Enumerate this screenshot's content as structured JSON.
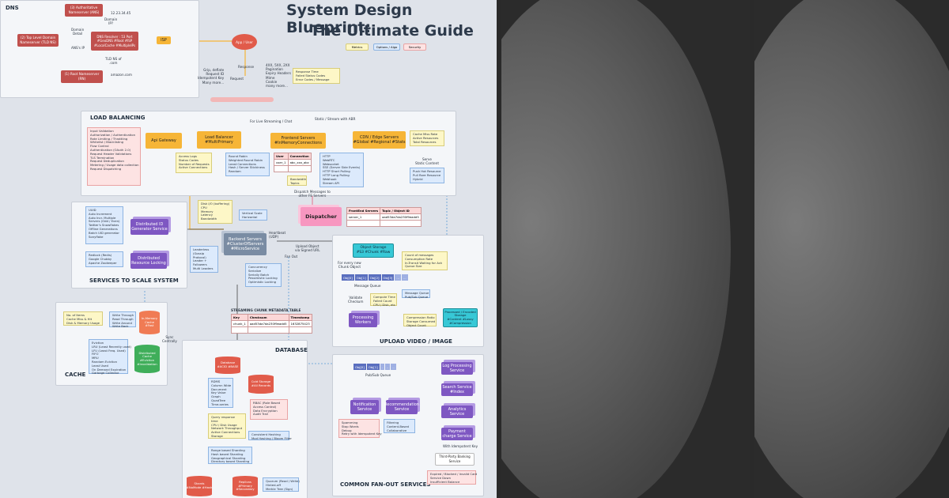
{
  "title": {
    "line1": "System Design Blueprint:",
    "line2": "The Ultimate Guide"
  },
  "legend": {
    "metrics": "Metrics",
    "options": "Options / Algo",
    "security": "Security"
  },
  "dns": {
    "title": "DNS",
    "ans": "(3) Authoritative\nNameserver (ANS)",
    "tld": "(2) Top Level Domain\nNameserver (TLD NS)",
    "root": "(1) Root Nameserver\n(RN)",
    "resolver": "DNS Resolver : 53 Port\n#GeoDNS #Root #ISP\n#LocalCache #MultipleIPs",
    "isp": "ISP",
    "ip": "12.23.34.45",
    "domain_ip": "Domain\nIP?",
    "domain_detail": "Domain\nDetail",
    "ans_ip": "ANS's IP",
    "tld_ns": "TLD NS of\n.com",
    "amazon": "amazon.com"
  },
  "client": {
    "app": "App / User",
    "request": "Request",
    "response": "Response",
    "req_list": "Grip, deflate\nRequest ID\nIdempotent Key\nMany more...",
    "resp_list": "4XX, 5XX, 2XX\nPagination\nExpiry Headers\nMime\nCookie\nmany more...",
    "resp_metrics": "Response Time\nFailed Status Codes\nError Codes / Message"
  },
  "lb": {
    "title": "LOAD BALANCING",
    "live": "For Live Streaming / Chat",
    "static": "Static / Stream with ABR",
    "gateway": "Api Gateway",
    "balancer": "Load Balancer\n#MultiPrimary",
    "frontend": "Frontend Servers\n#InMemoryConnections",
    "cdn": "CDN / Edge Servers\n#Global #Regional #Stats",
    "gw_sec": "Input Validation\nAuthorization / Authentication\nRate Limiting / Throttling\nWhitelist / Blacklisting\nFlow Control\nAuthentication (OAuth 2.0)\nRequest Header Validations\nTLS Termination\nRequest Deduplication\nMetering / Usage data collection\nRequest Dispatching",
    "gw_metrics": "Access Logs\nStatus Codes\nNumber of Requests\nActive Connections",
    "lb_algo": "Round Robin\nWeighted Round Robin\nLeast Connections\nHash / Server Stickiness\nRandom",
    "fe_algo": "HTTP\nWebRTC\nWebsocket\nSSE (Server Side Events)\nHTTP Short Polling\nHTTP Long Polling\nWebhook\nStream API",
    "bandwidth": "Bandwidth\nTopics",
    "cdn_metrics": "Cache Miss Rate\nActive Resources\nTotal Resources",
    "serve_static": "Serve\nStatic Content",
    "cdn_opts": "Push Hot Resource\nPull Rare Resource\nHybrid",
    "user_table": {
      "h1": "User",
      "h2": "Connection",
      "c1": "user_1",
      "c2": "abc_xxx_abc"
    }
  },
  "dispatch": {
    "label": "Dispatch Messages to\nother FE Servers",
    "dispatcher": "Dispatcher",
    "table": {
      "h1": "FrontEnd Servers",
      "h2": "Topic / Object ID",
      "c1": "server_1",
      "c2": "aad53da7da230f9eadd5"
    }
  },
  "scale": {
    "title": "SERVICES TO SCALE SYSTEM",
    "id_gen": "Distributed ID\nGenerator Service",
    "id_opts": "UUID\nAuto Increment\nAuto Incr. Multiple\nServers (Odd / Even)\nTwitter's Snowflakes\nOffline Generations\nBatch UID generator\nSonyflake",
    "lock": "Distributed\nResource Locking",
    "lock_opts": "Redlock (Redis)\nGoogle Chubby\nApache Zookeeper"
  },
  "backend": {
    "box": "Backend Servers\n#ClusterOfServers\n#MicroService",
    "metrics": "Disk I/O (buffering)\nCPU\nMemory\nLatency\nBandwidth",
    "scale": "Vertical Scale\nHorizontal",
    "leader": "Leaderless\n(Gossip\nProtocol)\nLeader +\nFollowers\nMulti Leaders",
    "heartbeat": "Heartbeat\n(UDP)",
    "concurrency": "Concurrency\nSerialize\nSerially Batch\nPessimistic Locking\nOptimistic Locking",
    "upload_url": "Upload Object\nvia Signed URL",
    "fan_out": "Fan Out"
  },
  "upload": {
    "title": "UPLOAD VIDEO / IMAGE",
    "storage": "Object Storage\n#S3 #Chunk #Raw",
    "storage_metrics": "Count of messages\nConsumption Rate\nIn-Transit Waiting for Ack\nQueue Size",
    "every_chunk": "For every new\nChunk Object",
    "queue_label": "Message Queue",
    "queue": [
      "Obj[0]",
      "Obj[1]",
      "Obj[2]",
      "Obj[3]",
      "...",
      "..."
    ],
    "validate": "Validate\nCheckum",
    "proc_metrics": "Compute Time\nFailed Count\nCPU / Disk, etc",
    "queue_opts": "Message Queue\nPub/Sub Queue",
    "processing": "Processing\nWorkers",
    "compression": "Compression Ratio\nStorage Consumed\nObject Count",
    "processed": "Processed / Encoded\nStorage\n#Content #Lossy\n#Compression"
  },
  "cache": {
    "title": "CACHE",
    "inmem": "In-Memory\nCache\n#Fast",
    "metrics": "No. of Items\nCache Miss & Hit\nDisk & Memory Usage",
    "write": "Write Through\nRead Through\nWrite Around\nWrite Back",
    "sync": "Sync\nCentrally",
    "eviction": "Eviction\nLRU (Least Recently used)\nLFU (Least Freq. Used)\nFIFO\nMRU\nRandom Eviction\nLeast Used\nOn Demand Expiration\nGarbage Collector",
    "dist": "Distributed\nCache\n#Eviction\n#Invalidation"
  },
  "db": {
    "title": "DATABASE",
    "meta_title": "STREAMING CHUNK METADATA TABLE",
    "meta": {
      "h1": "Key",
      "h2": "Checksum",
      "h3": "Timestamp",
      "c1": "chunk_1",
      "c2": "aad53da7da230f9eadd5",
      "c3": "1632875423"
    },
    "database": "Database\n#ACID #BASE",
    "cold": "Cold Storage\n#All Records",
    "types": "RDMS\nColumn Wide\nDocument\nKey Value\nGraph\nQuadTree\nTime-series",
    "security": "RBAC (Role Based\nAccess Control)\nData Encryption\nAudit Trail",
    "metrics": "Query response\ntime\nCPU / Disk Usage\nNetwork Throughput\nActive Connections\nStorage",
    "hashing": "Consistent Hashing\nMod Hashing / Bloom Filter",
    "sharding": "Range based Sharding\nHash based Sharding\nGeographical Sharding\nDirectory based Sharding",
    "shards": "Shards\n#NoMode #Hash",
    "replicas": "Replicas\n#Primary\n#Secondary",
    "quorum": "Quorum (Read / Write)\nHinted-off\nMerkle Tree (Sign)"
  },
  "fanout": {
    "title": "COMMON FAN-OUT SERVICES",
    "queue": [
      "Obj[0]",
      "Obj[1]",
      ".",
      "..",
      ".."
    ],
    "queue_label": "Pub/Sub Queue",
    "notification": "Notification\nService",
    "recommend": "Recommendation\nService",
    "notif_opts": "Spamming\nStop Words\nDebug\nRetry with Idempotent Key",
    "rec_opts": "Filtering\nContent-Based\nCollaborative",
    "log": "Log Processing\nService",
    "search": "Search Service\n#Index",
    "analytics": "Analytics\nService",
    "payment": "Payment\ncharge Service",
    "idempotent": "With Idempotent Key",
    "banking": "Third-Party Banking\nService",
    "bank_err": "Expired / Blocked / Invalid Card\nService Down\nInsufficient Balance"
  }
}
